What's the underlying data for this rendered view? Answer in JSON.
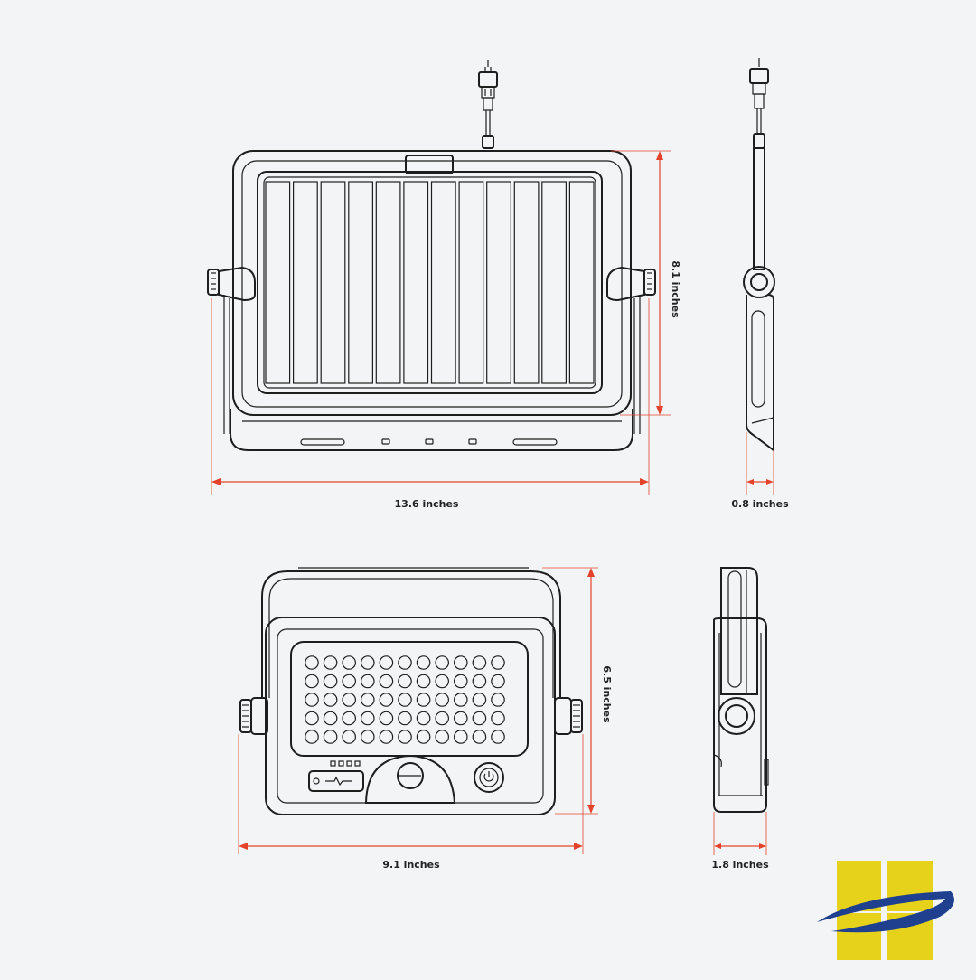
{
  "dimensions": {
    "panel_width": "13.6 inches",
    "panel_height": "8.1 inches",
    "panel_depth": "0.8 inches",
    "lamp_width": "9.1 inches",
    "lamp_height": "6.5 inches",
    "lamp_depth": "1.8 inches"
  },
  "colors": {
    "background": "#f3f4f6",
    "line": "#1e1e1e",
    "dimension": "#e3432b",
    "logo_yellow": "#e6d21a",
    "logo_blue": "#1f3f8f"
  },
  "icons": [
    "brand-logo-icon",
    "power-button-icon",
    "pir-sensor-icon",
    "battery-indicator-icon"
  ]
}
